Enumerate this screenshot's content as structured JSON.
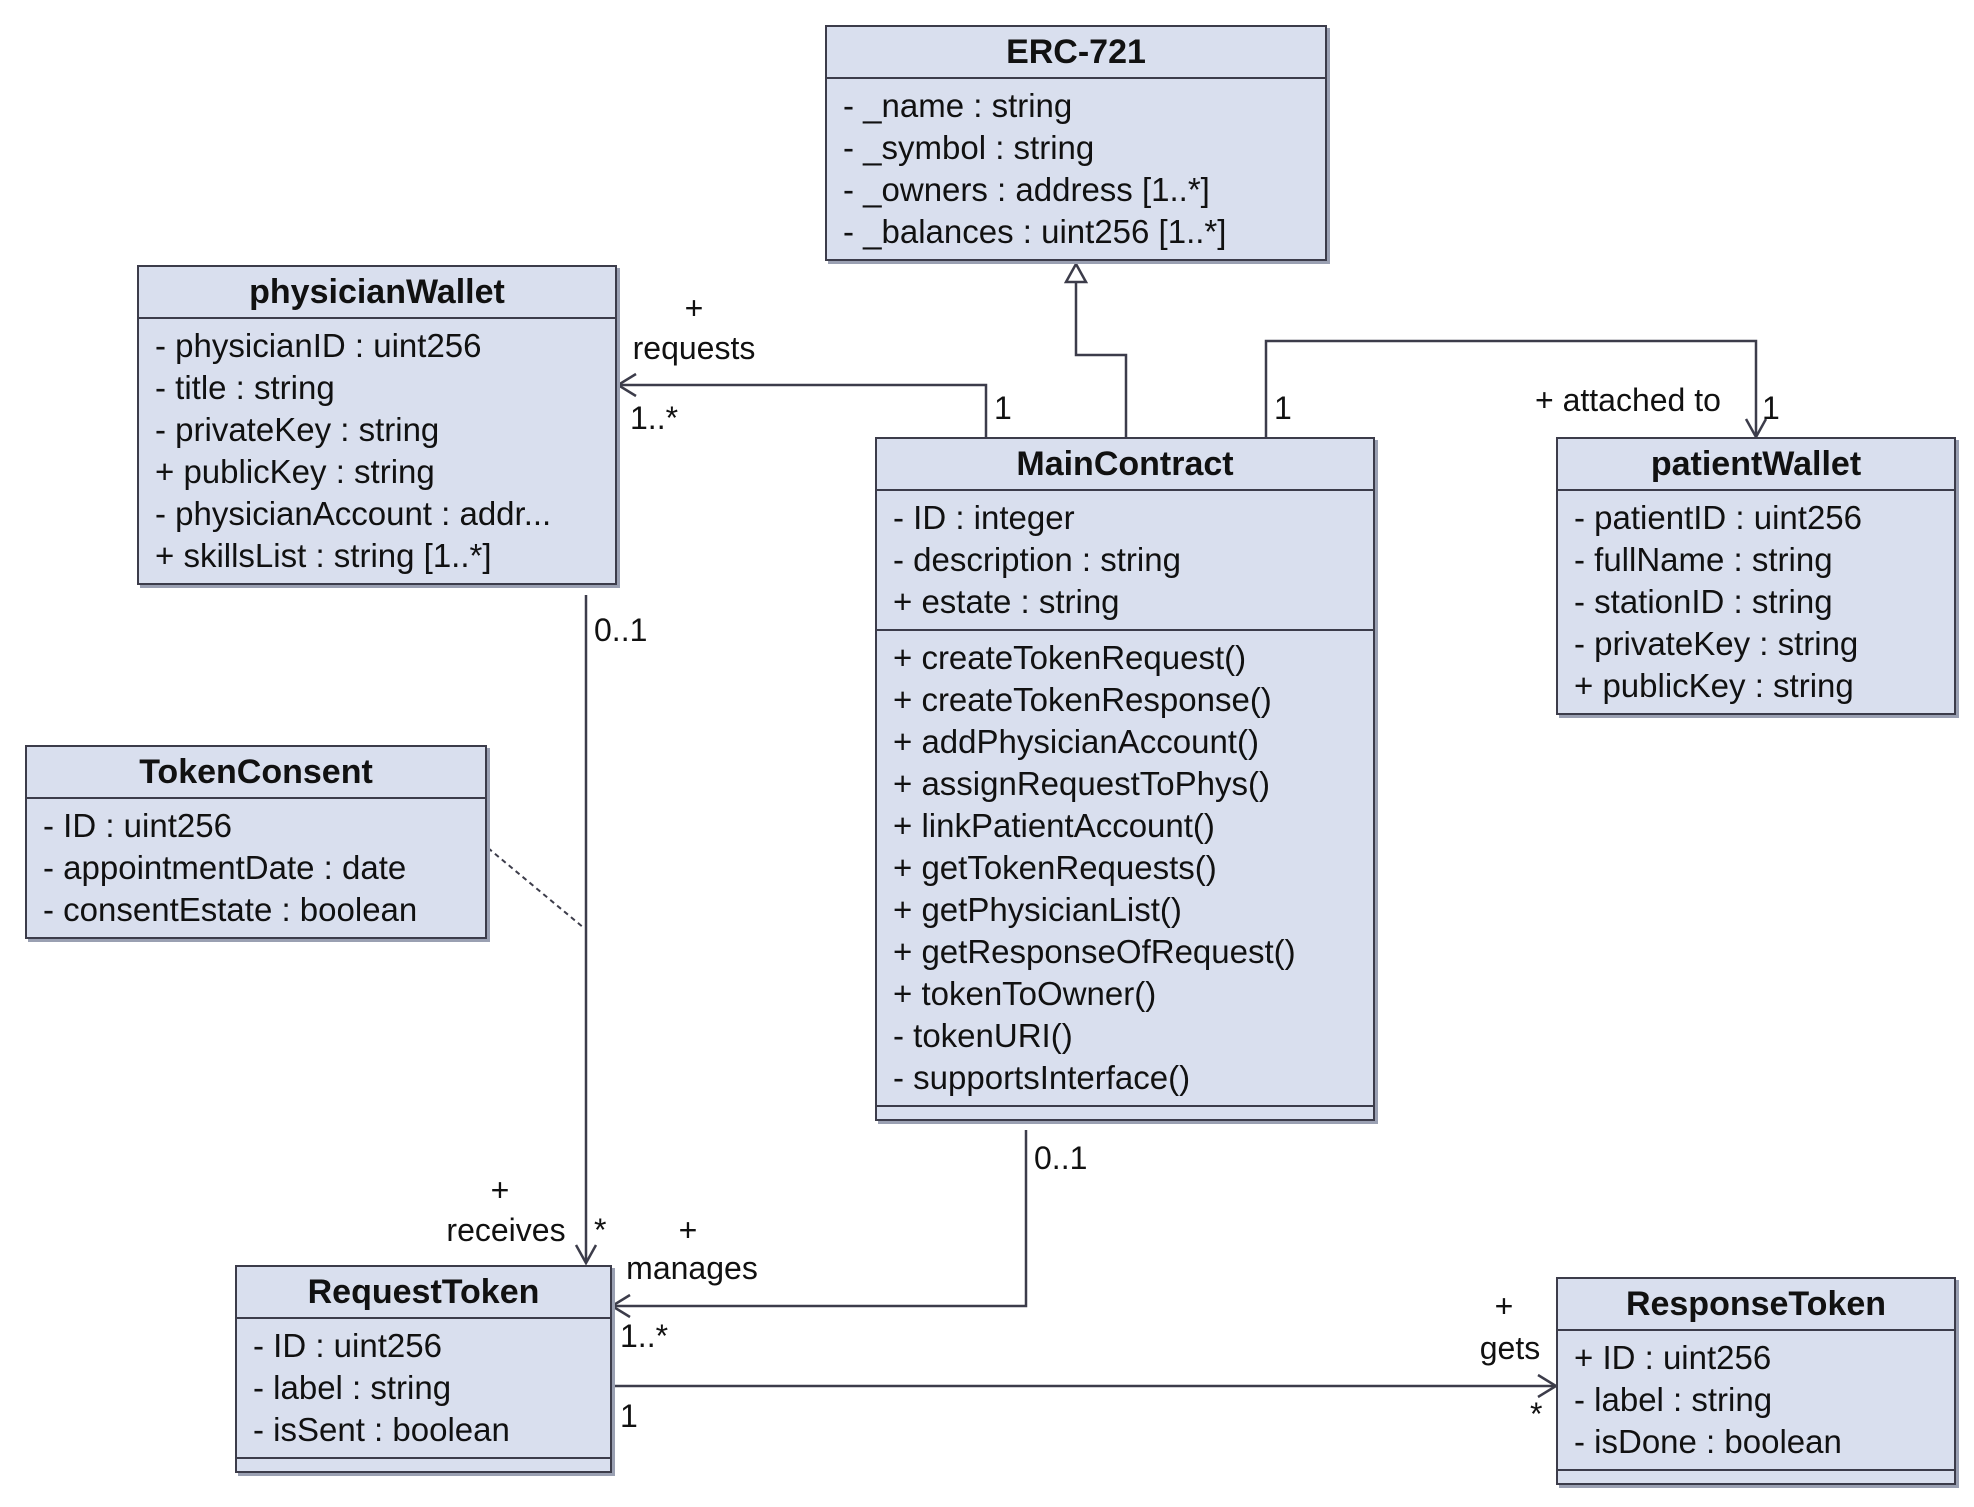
{
  "classes": {
    "erc721": {
      "name": "ERC-721",
      "attributes": [
        "- _name : string",
        "- _symbol : string",
        "- _owners : address [1..*]",
        "- _balances : uint256 [1..*]"
      ]
    },
    "physicianWallet": {
      "name": "physicianWallet",
      "attributes": [
        "- physicianID : uint256",
        "- title : string",
        "- privateKey : string",
        "+ publicKey : string",
        "- physicianAccount : addr...",
        "+ skillsList : string [1..*]"
      ]
    },
    "mainContract": {
      "name": "MainContract",
      "attributes": [
        "- ID : integer",
        "- description : string",
        "+ estate : string"
      ],
      "operations": [
        "+ createTokenRequest()",
        "+ createTokenResponse()",
        "+ addPhysicianAccount()",
        "+ assignRequestToPhys()",
        "+ linkPatientAccount()",
        "+ getTokenRequests()",
        "+ getPhysicianList()",
        "+ getResponseOfRequest()",
        "+ tokenToOwner()",
        "- tokenURI()",
        "- supportsInterface()"
      ]
    },
    "patientWallet": {
      "name": "patientWallet",
      "attributes": [
        "- patientID : uint256",
        "- fullName : string",
        "- stationID : string",
        "- privateKey : string",
        "+ publicKey : string"
      ]
    },
    "tokenConsent": {
      "name": "TokenConsent",
      "attributes": [
        "- ID : uint256",
        "- appointmentDate : date",
        "- consentEstate : boolean"
      ]
    },
    "requestToken": {
      "name": "RequestToken",
      "attributes": [
        "- ID : uint256",
        "- label : string",
        "- isSent : boolean"
      ]
    },
    "responseToken": {
      "name": "ResponseToken",
      "attributes": [
        "+ ID : uint256",
        "- label : string",
        "- isDone : boolean"
      ]
    }
  },
  "labels": {
    "requests_plus": "+",
    "requests": "requests",
    "requests_mult": "1..*",
    "requests_one": "1",
    "attached_one_left": "1",
    "attached_to": "+ attached to",
    "attached_one_right": "1",
    "phys_mult": "0..1",
    "receives_plus": "+",
    "receives": "receives",
    "receives_mult": "*",
    "manages_plus": "+",
    "manages": "manages",
    "manages_mult": "1..*",
    "main_mult": "0..1",
    "gets_plus": "+",
    "gets": "gets",
    "gets_mult": "*",
    "req_one": "1"
  }
}
